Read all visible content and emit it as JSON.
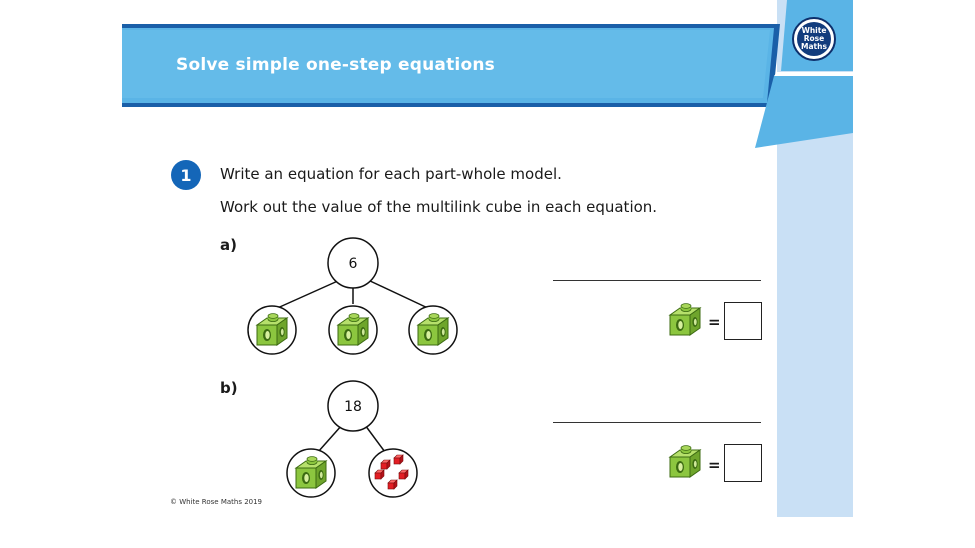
{
  "header": {
    "title": "Solve simple one-step equations"
  },
  "logo": {
    "line1": "White",
    "line2": "Rose",
    "line3": "Maths"
  },
  "question": {
    "number": "1",
    "instruction_1": "Write an equation for each part-whole model.",
    "instruction_2": "Work out the value of the multilink cube in each equation."
  },
  "parts": [
    {
      "label": "a)",
      "whole": "6",
      "parts": [
        "green-cube",
        "green-cube",
        "green-cube"
      ],
      "answer_equals": "="
    },
    {
      "label": "b)",
      "whole": "18",
      "parts": [
        "green-cube",
        "red-cubes-5"
      ],
      "answer_equals": "="
    }
  ],
  "footer": {
    "copyright": "© White Rose Maths 2019"
  },
  "colors": {
    "header_blue": "#5ab4e6",
    "header_dark": "#1a5fa8",
    "side_panel": "#c9e0f5",
    "question_circle": "#1466b8",
    "cube_green": "#8cc63f",
    "cube_red": "#e31e24"
  }
}
